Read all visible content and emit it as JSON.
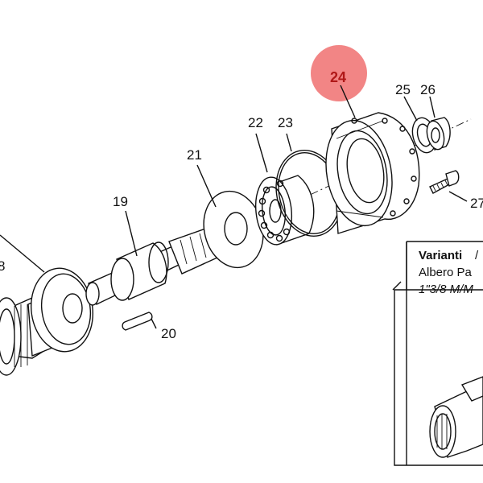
{
  "labels": {
    "p18": "8",
    "p19": "19",
    "p20": "20",
    "p21": "21",
    "p22": "22",
    "p23": "23",
    "p24": "24",
    "p25": "25",
    "p26": "26",
    "p27": "27"
  },
  "variants_box": {
    "title": "Varianti",
    "title_sep": "/",
    "line1": "Albero Pa",
    "line2": "1\"3/8 M/M"
  },
  "highlight_color": "#f07070"
}
